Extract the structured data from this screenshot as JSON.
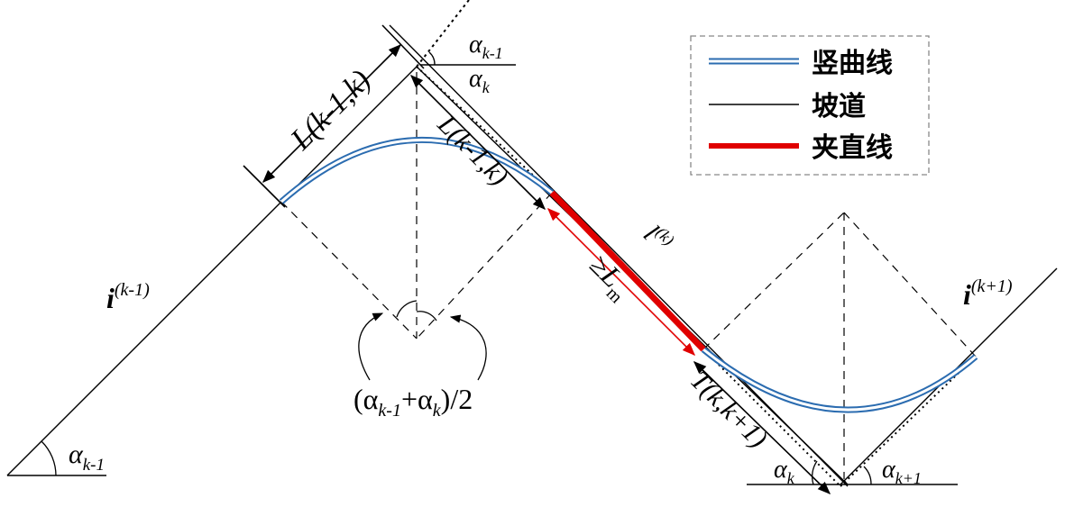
{
  "colors": {
    "vertical_curve": "#2b6cb0",
    "grade_line": "#000000",
    "tangent_segment": "#e00000",
    "construction": "#000000"
  },
  "legend": {
    "items": [
      {
        "label": "竖曲线",
        "style": "double-blue-line"
      },
      {
        "label": "坡道",
        "style": "thin-black-line"
      },
      {
        "label": "夹直线",
        "style": "thick-red-line"
      }
    ]
  },
  "labels": {
    "grade_prev": {
      "base": "i",
      "sup": "(k-1)"
    },
    "grade_next": {
      "base": "i",
      "sup": "(k+1)"
    },
    "angle_prev_sub": "k-1",
    "angle_k_sub": "k",
    "angle_next_sub": "k+1",
    "alpha": "α",
    "length_outer": "L(k-1,k)",
    "length_inner": "L(k-1,k)",
    "segment_l": {
      "base": "l",
      "sup": "(k)"
    },
    "min_length": "≥L",
    "min_length_sub": "m",
    "tangent_length": "T(k,k+1)",
    "bisector_angle": {
      "open": "(α",
      "sub1": "k-1",
      "plus": "+α",
      "sub2": "k",
      "close": ")/2"
    }
  }
}
